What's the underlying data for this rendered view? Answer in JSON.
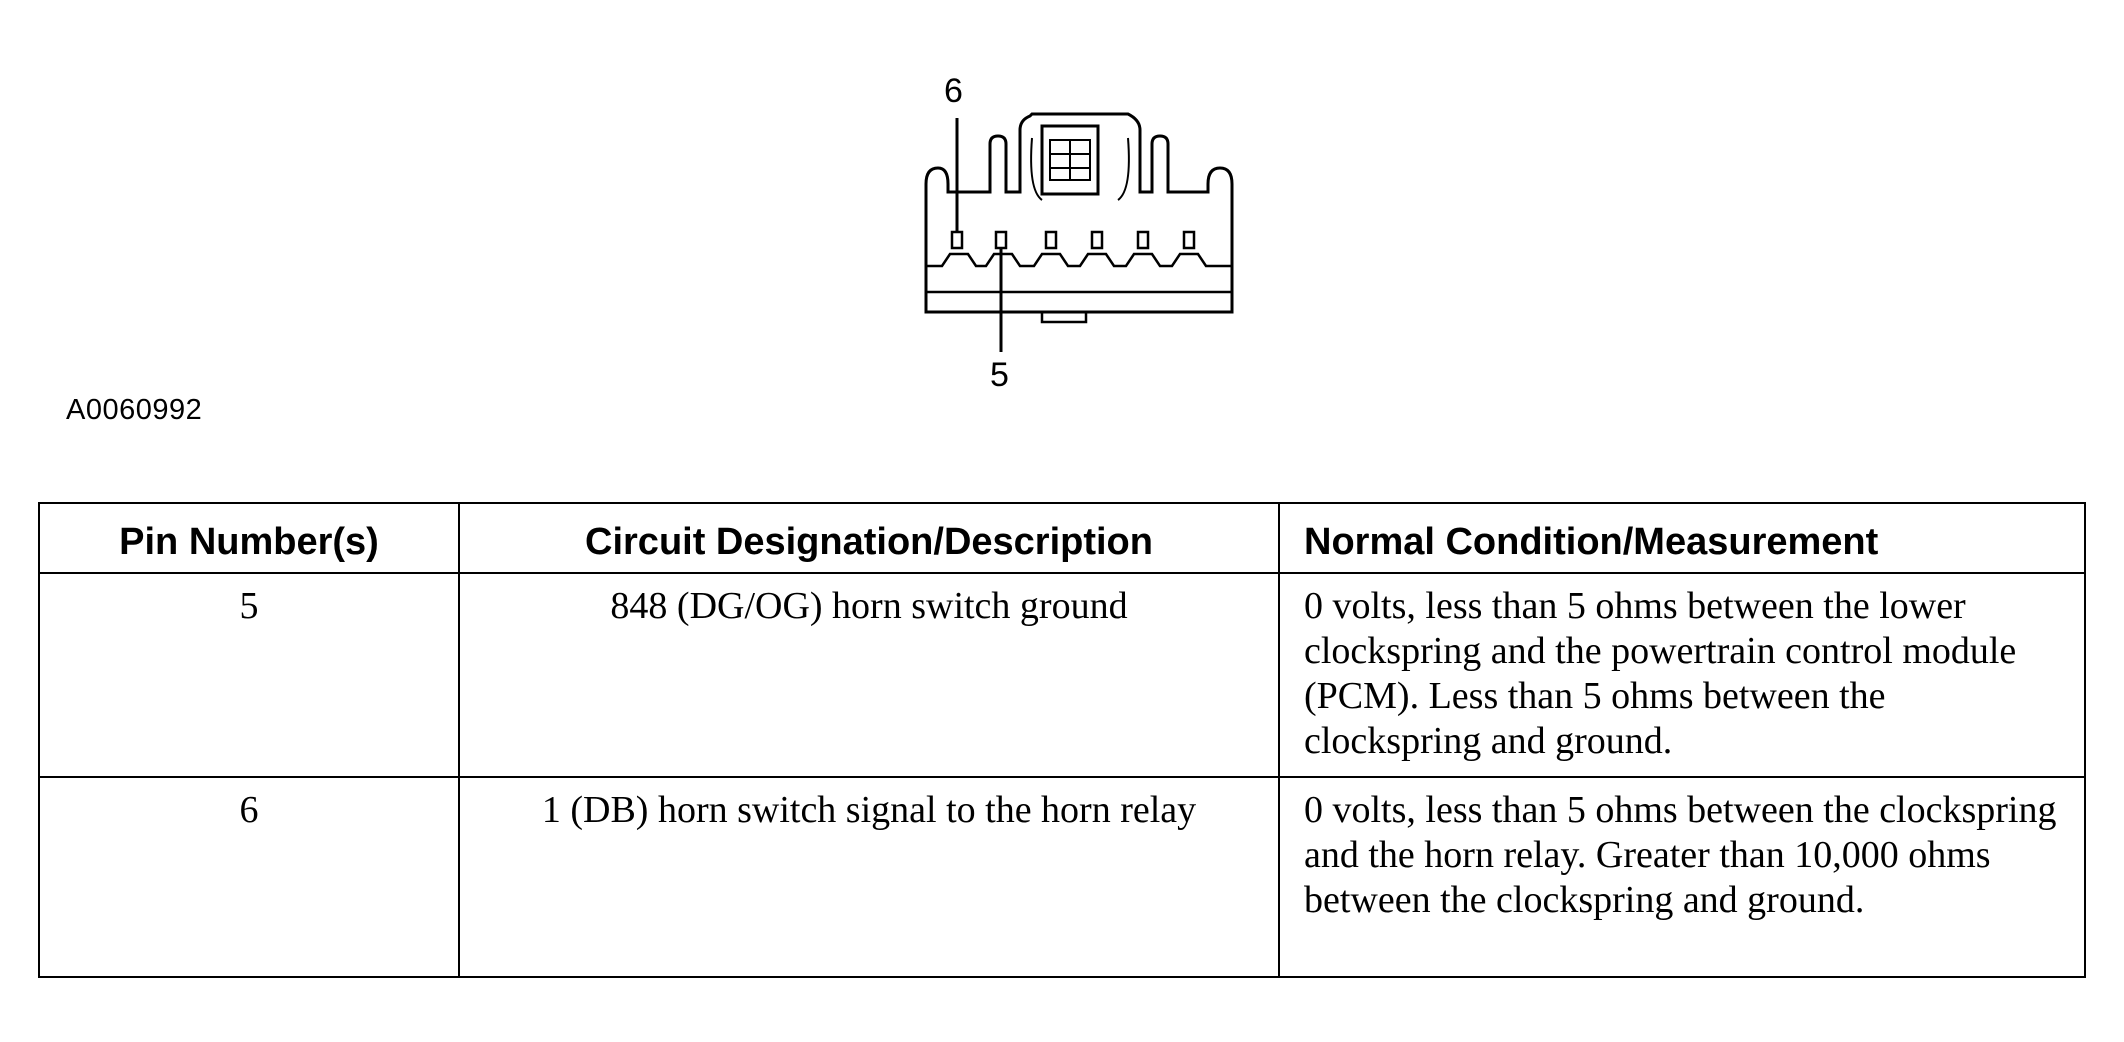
{
  "figure": {
    "id": "A0060992",
    "pin_callouts": {
      "top": "6",
      "bottom": "5"
    }
  },
  "table": {
    "headers": {
      "pin": "Pin Number(s)",
      "circuit": "Circuit Designation/Description",
      "normal": "Normal Condition/Measurement"
    },
    "rows": [
      {
        "pin": "5",
        "circuit": "848 (DG/OG) horn switch ground",
        "normal": "0 volts, less than 5 ohms between the lower clockspring and the powertrain control module (PCM). Less than 5 ohms between the clockspring and ground."
      },
      {
        "pin": "6",
        "circuit": "1 (DB) horn switch signal to the horn relay",
        "normal": "0 volts, less than 5 ohms between the clockspring and the horn relay. Greater than 10,000 ohms between the clockspring and ground."
      }
    ]
  }
}
